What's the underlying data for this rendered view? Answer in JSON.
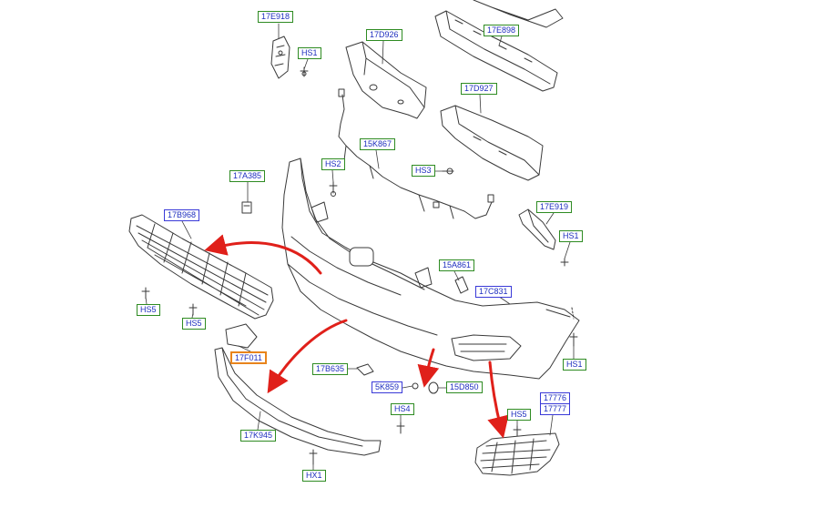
{
  "colors": {
    "green": "#2e8b22",
    "blue": "#3a3ad8",
    "orange": "#e8841c",
    "text": "#1f2fbf",
    "arrow": "#e0201a",
    "line": "#3a3a3a"
  },
  "callouts": {
    "c17e918": "17E918",
    "chs1_top": "HS1",
    "c17d926": "17D926",
    "c17e898": "17E898",
    "c17d927": "17D927",
    "c15k867": "15K867",
    "chs2": "HS2",
    "chs3": "HS3",
    "c17a385": "17A385",
    "c17b968": "17B968",
    "c17e919": "17E919",
    "chs1_right": "HS1",
    "c15a861": "15A861",
    "c17c831": "17C831",
    "chs5_left": "HS5",
    "chs5_mid": "HS5",
    "c17f011": "17F011",
    "chs1_bottom_right": "HS1",
    "c17b635": "17B635",
    "c5k859": "5K859",
    "c15d850": "15D850",
    "chs4": "HS4",
    "c17776": "17776",
    "c17777": "17777",
    "chs5_right": "HS5",
    "c17k945": "17K945",
    "chx1": "HX1"
  }
}
